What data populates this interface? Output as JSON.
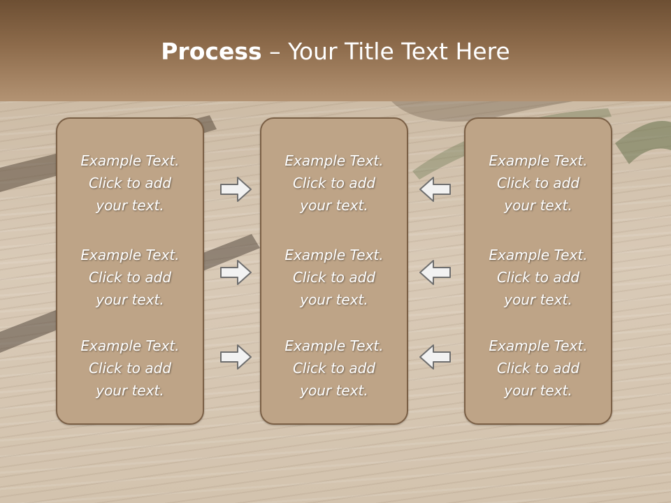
{
  "header": {
    "title_bold": "Process",
    "title_rest": " – Your Title Text Here"
  },
  "columns": [
    {
      "blocks": [
        {
          "line1": "Example Text.",
          "line2": "Click  to add",
          "line3": "your text."
        },
        {
          "line1": "Example Text.",
          "line2": "Click  to add",
          "line3": "your text."
        },
        {
          "line1": "Example Text.",
          "line2": "Click  to add",
          "line3": "your text."
        }
      ]
    },
    {
      "blocks": [
        {
          "line1": "Example Text.",
          "line2": "Click  to add",
          "line3": "your text."
        },
        {
          "line1": "Example Text.",
          "line2": "Click  to add",
          "line3": "your text."
        },
        {
          "line1": "Example Text.",
          "line2": "Click  to add",
          "line3": "your text."
        }
      ]
    },
    {
      "blocks": [
        {
          "line1": "Example Text.",
          "line2": "Click  to add",
          "line3": "your text."
        },
        {
          "line1": "Example Text.",
          "line2": "Click  to add",
          "line3": "your text."
        },
        {
          "line1": "Example Text.",
          "line2": "Click  to add",
          "line3": "your text."
        }
      ]
    }
  ],
  "arrows": {
    "left_group": [
      "right-arrow-icon",
      "right-arrow-icon",
      "right-arrow-icon"
    ],
    "right_group": [
      "left-arrow-icon",
      "left-arrow-icon",
      "left-arrow-icon"
    ],
    "colors": {
      "fill": "#f2f2f2",
      "stroke": "#6e6e6e"
    }
  },
  "colors": {
    "header_top": "#6d4f33",
    "header_bottom": "#b39373",
    "box_fill": "#bea487",
    "box_border": "#7a5f45",
    "text": "#ffffff"
  }
}
